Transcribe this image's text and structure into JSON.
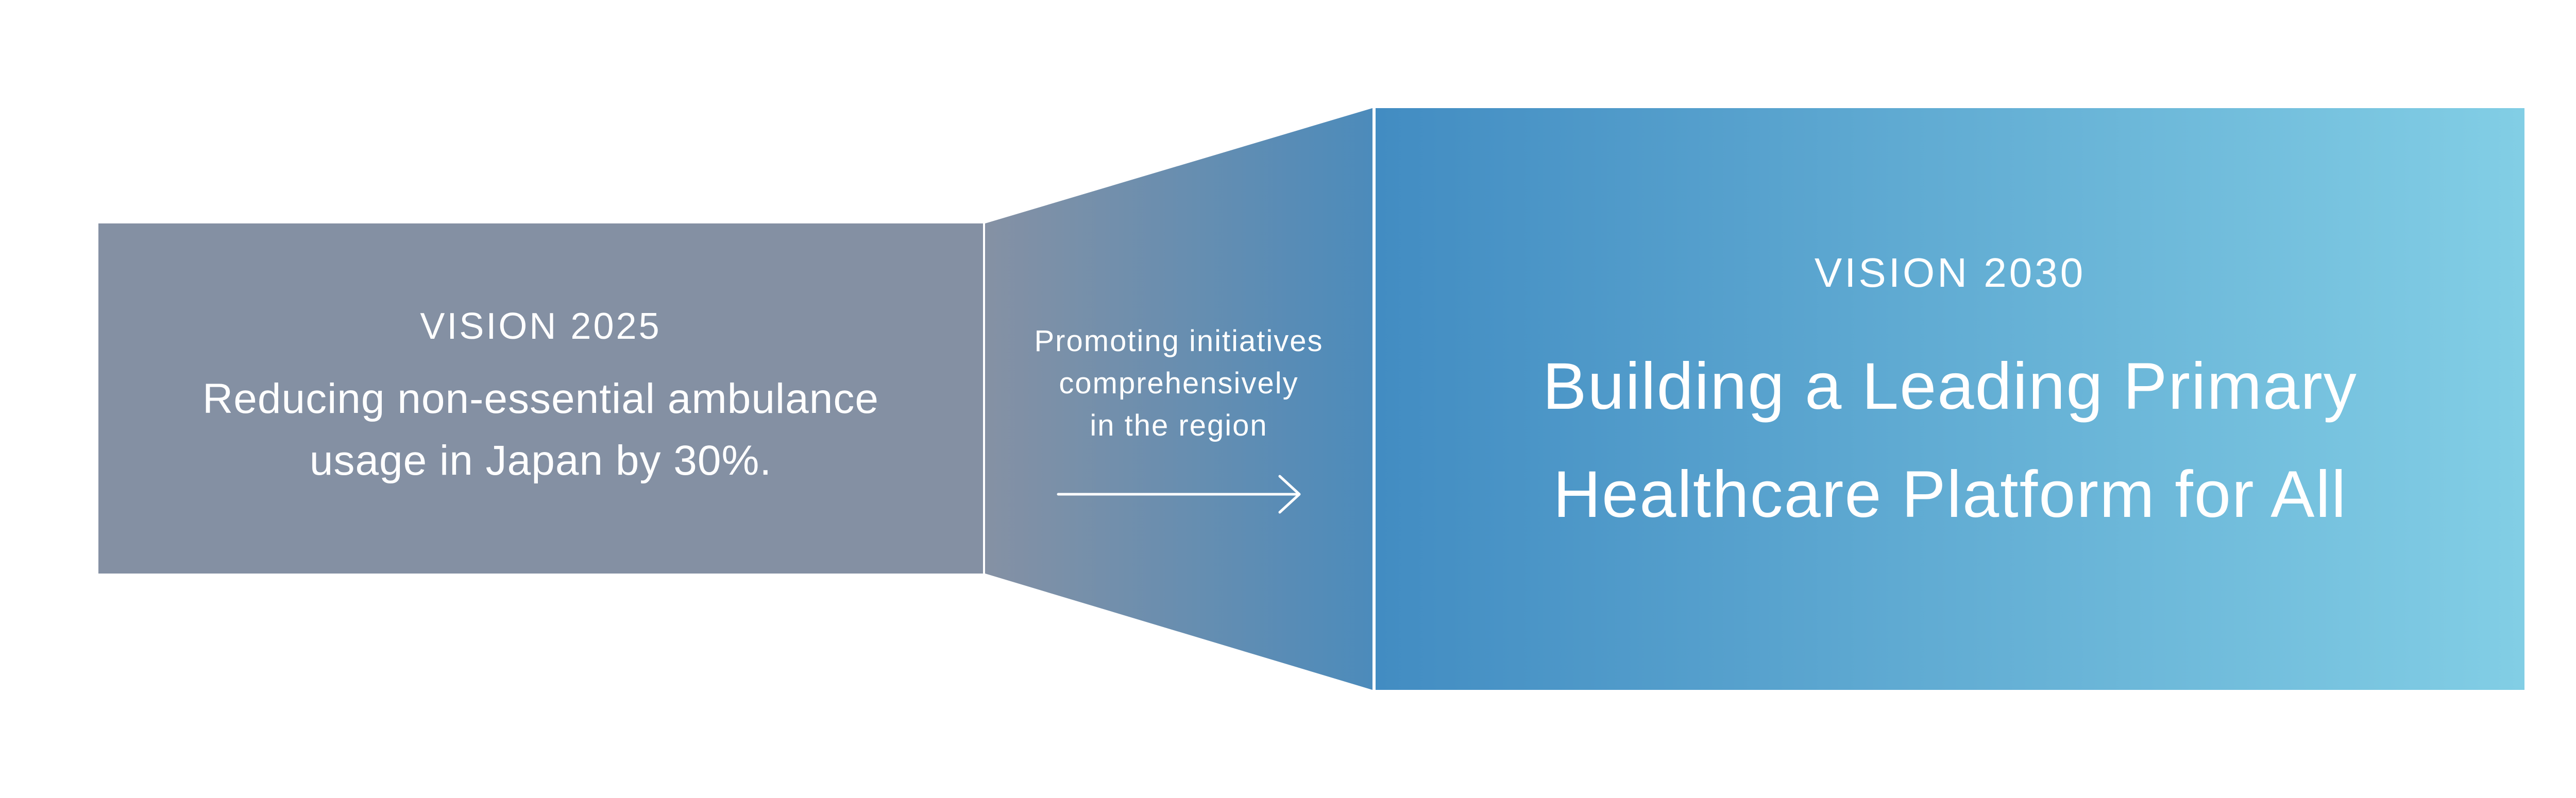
{
  "colors": {
    "vision_2025_fill": "#8490a3",
    "transition_start": "#8591a4",
    "transition_end": "#4c8bbb",
    "vision_2030_start": "#428cc2",
    "vision_2030_end": "#82cee5",
    "text": "#ffffff"
  },
  "vision_2025": {
    "label": "VISION 2025",
    "body": "Reducing non-essential ambulance usage in Japan by 30%."
  },
  "transition": {
    "caption": "Promoting initiatives\ncomprehensively\nin the region",
    "arrow_icon": "long-right-arrow"
  },
  "vision_2030": {
    "label": "VISION 2030",
    "body": "Building a Leading Primary\nHealthcare Platform for All"
  }
}
